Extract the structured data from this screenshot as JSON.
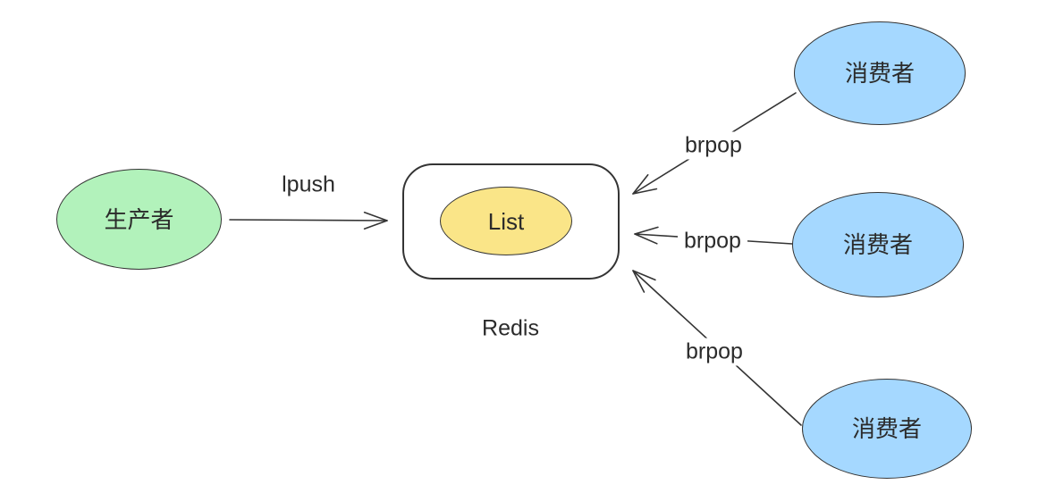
{
  "diagram": {
    "nodes": {
      "producer": {
        "label": "生产者"
      },
      "redis_container": {
        "label": "Redis"
      },
      "list": {
        "label": "List"
      },
      "consumer_top": {
        "label": "消费者"
      },
      "consumer_middle": {
        "label": "消费者"
      },
      "consumer_bottom": {
        "label": "消费者"
      }
    },
    "edges": {
      "lpush": {
        "label": "lpush"
      },
      "brpop_top": {
        "label": "brpop"
      },
      "brpop_middle": {
        "label": "brpop"
      },
      "brpop_bottom": {
        "label": "brpop"
      }
    },
    "colors": {
      "producer_fill": "#b2f2bb",
      "consumer_fill": "#a5d8ff",
      "list_fill": "#fae588",
      "stroke": "#343434",
      "text": "#2b2b2b",
      "canvas": "#ffffff"
    }
  }
}
